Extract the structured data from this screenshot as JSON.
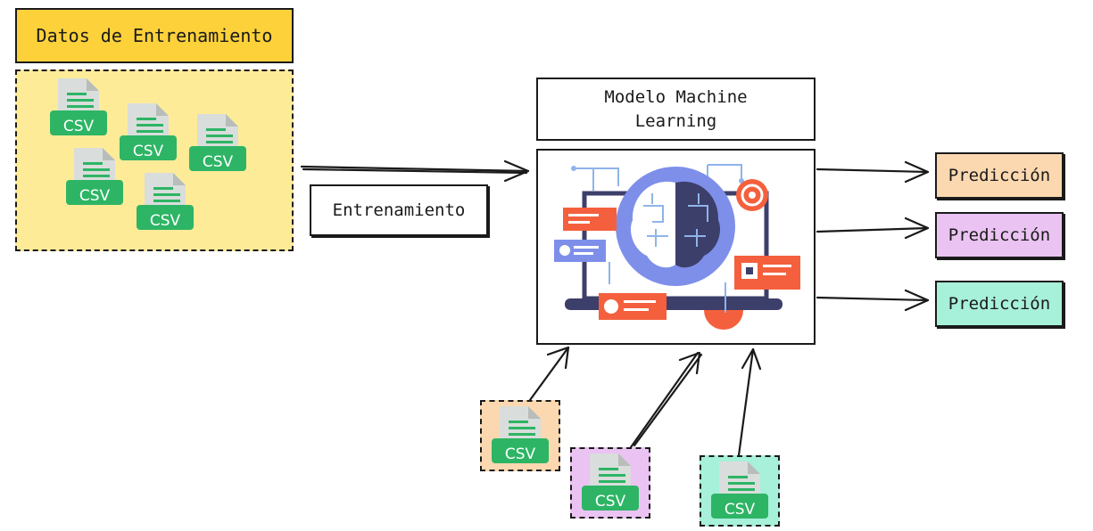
{
  "training_title": "Datos de Entrenamiento",
  "training_label": "Entrenamiento",
  "model_title": "Modelo Machine\nLearning",
  "file_label": "CSV",
  "predictions": [
    {
      "label": "Predicción",
      "color": "#fcd8b0"
    },
    {
      "label": "Predicción",
      "color": "#ebc3f2"
    },
    {
      "label": "Predicción",
      "color": "#a7f0d9"
    }
  ],
  "inputs": [
    {
      "color": "#fcd8b0"
    },
    {
      "color": "#ebc3f2"
    },
    {
      "color": "#a7f0d9"
    }
  ],
  "colors": {
    "title_fill": "#fcd13a",
    "training_fill": "#fdeb98",
    "csv_green": "#2db565",
    "csv_page": "#d9dddb"
  },
  "icons": [
    "csv-file-icon",
    "brain-laptop-illustration"
  ]
}
